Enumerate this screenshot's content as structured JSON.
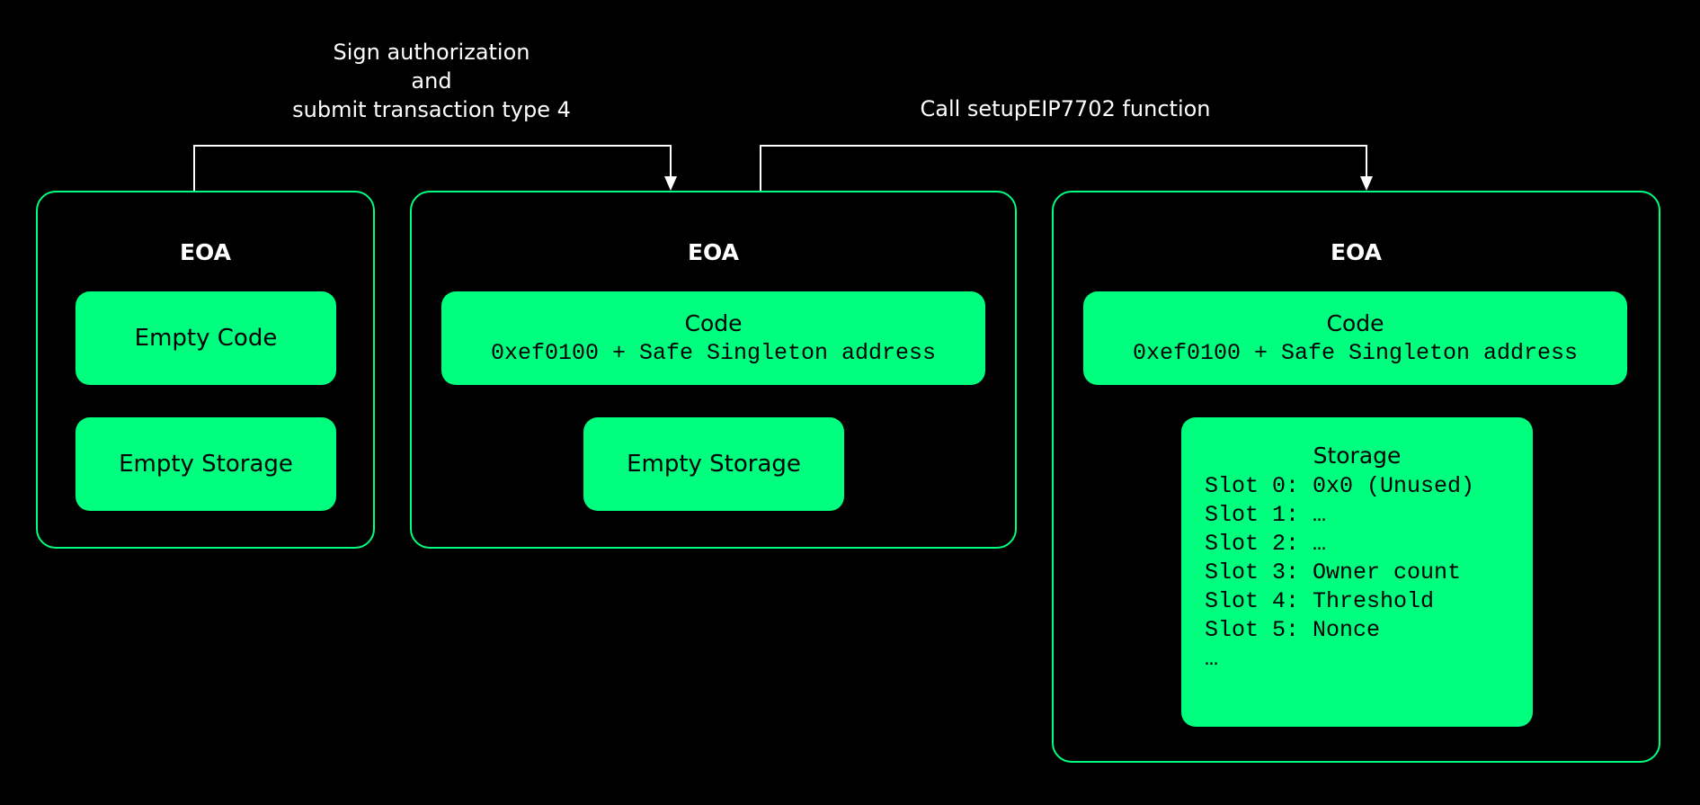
{
  "diagram": {
    "accent_color": "#00ff7f",
    "background_color": "#000000",
    "captions": {
      "step1": [
        "Sign authorization",
        "and",
        "submit transaction type 4"
      ],
      "step2": "Call setupEIP7702 function"
    },
    "eoa1": {
      "title": "EOA",
      "code_label": "Empty Code",
      "storage_label": "Empty Storage"
    },
    "eoa2": {
      "title": "EOA",
      "code_title": "Code",
      "code_value": "0xef0100 + Safe Singleton address",
      "storage_label": "Empty Storage"
    },
    "eoa3": {
      "title": "EOA",
      "code_title": "Code",
      "code_value": "0xef0100 + Safe Singleton address",
      "storage_title": "Storage",
      "slots": [
        "Slot 0: 0x0 (Unused)",
        "Slot 1: …",
        "Slot 2: …",
        "Slot 3: Owner count",
        "Slot 4: Threshold",
        "Slot 5: Nonce",
        "…"
      ]
    }
  }
}
